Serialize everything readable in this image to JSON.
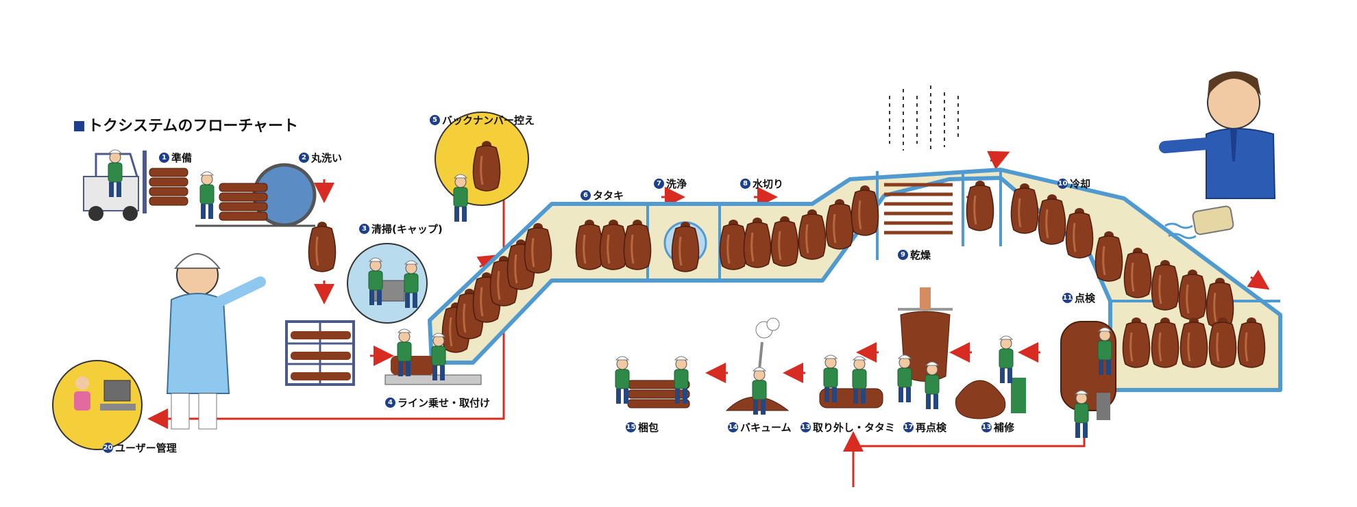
{
  "title": "トクシステムのフローチャート",
  "colors": {
    "conveyor_frame": "#4f9ad0",
    "conveyor_fill": "#efe8c4",
    "flow_arrow": "#d82c22",
    "product": "#8a3c1e",
    "worker_uniform": "#2f8a4a",
    "circle_bg": "#f4cf3a",
    "number_badge": "#1e3f8c"
  },
  "steps": [
    {
      "num": "1",
      "label": "準備"
    },
    {
      "num": "2",
      "label": "丸洗い"
    },
    {
      "num": "3",
      "label": "清掃(キャップ)"
    },
    {
      "num": "4",
      "label": "ライン乗せ・取付け"
    },
    {
      "num": "5",
      "label": "バックナンバー控え"
    },
    {
      "num": "6",
      "label": "タタキ"
    },
    {
      "num": "7",
      "label": "洗浄"
    },
    {
      "num": "8",
      "label": "水切り"
    },
    {
      "num": "9",
      "label": "乾燥"
    },
    {
      "num": "10",
      "label": "冷却"
    },
    {
      "num": "11",
      "label": "点検"
    },
    {
      "num": "13",
      "label": "補修"
    },
    {
      "num": "17",
      "label": "再点検"
    },
    {
      "num": "13",
      "label": "取り外し・タタミ"
    },
    {
      "num": "14",
      "label": "バキューム"
    },
    {
      "num": "15",
      "label": "梱包"
    },
    {
      "num": "20",
      "label": "ユーザー管理"
    }
  ]
}
